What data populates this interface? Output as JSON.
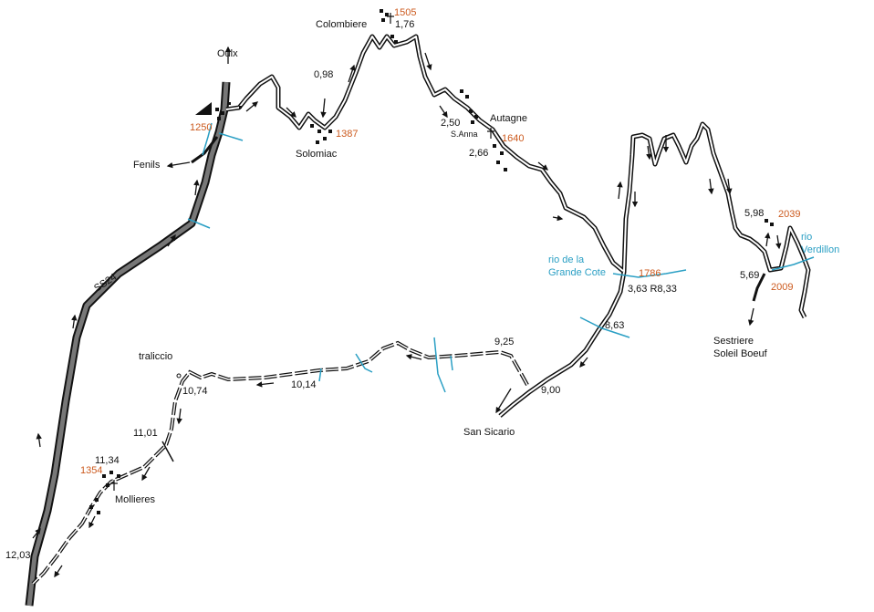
{
  "map": {
    "colors": {
      "road": "#111111",
      "main_road": "#555555",
      "water": "#2a9fc4",
      "elevation": "#cc5a1e",
      "background": "#ffffff"
    },
    "places": {
      "oulx": "Oulx",
      "fenils": "Fenils",
      "colombiere": "Colombiere",
      "solomiac": "Solomiac",
      "autagne": "Autagne",
      "s_anna": "S.Anna",
      "san_sicario": "San Sicario",
      "traliccio": "traliccio",
      "mollieres": "Mollieres",
      "sestriere_1": "Sestriere",
      "sestriere_2": "Soleil Boeuf",
      "road_ss24": "SS24"
    },
    "elevations": {
      "e1250": "1250",
      "e1387": "1387",
      "e1505": "1505",
      "e1640": "1640",
      "e1786": "1786",
      "e2039": "2039",
      "e2009": "2009",
      "e1354": "1354"
    },
    "waterways": {
      "grande_cote_1": "rio de la",
      "grande_cote_2": "Grande Cote",
      "verdillon_1": "rio",
      "verdillon_2": "Verdillon"
    },
    "distances": {
      "d098": "0,98",
      "d176": "1,76",
      "d250": "2,50",
      "d266": "2,66",
      "d598": "5,98",
      "d569": "5,69",
      "d363": "3,63 R8,33",
      "d863": "8,63",
      "d925": "9,25",
      "d900": "9,00",
      "d1014": "10,14",
      "d1074": "10,74",
      "d1101": "11,01",
      "d1134": "11,34",
      "d1203": "12,03"
    },
    "icons": [
      "village-icon",
      "church-icon",
      "direction-arrow-icon",
      "start-flag-icon",
      "pylon-icon"
    ]
  }
}
